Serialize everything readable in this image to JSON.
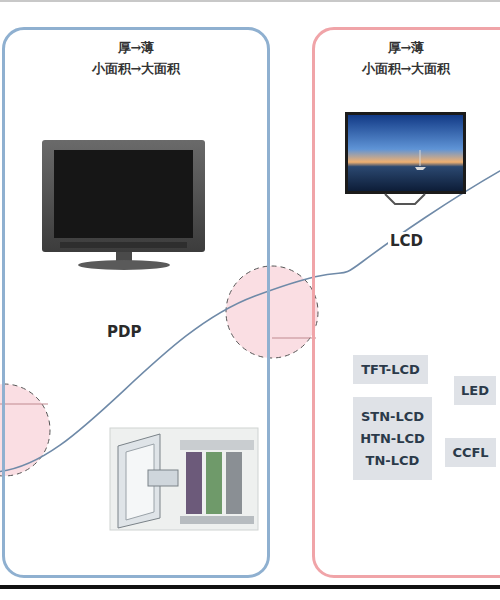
{
  "diagram": {
    "nodes": [
      {
        "text": [
          "厚→薄",
          "小面积→大面积",
          "PDP"
        ]
      },
      {
        "text": [
          "厚→薄",
          "小面积→大面积",
          "LCD"
        ]
      },
      {
        "text": [
          "TFT-LCD"
        ],
        "in": 1
      },
      {
        "text": [
          "STN-LCD",
          "HTN-LCD",
          "TN-LCD"
        ],
        "in": 1
      },
      {
        "text": [
          "LED"
        ],
        "in": 1
      },
      {
        "text": [
          "CCFL"
        ],
        "in": 1
      }
    ]
  }
}
